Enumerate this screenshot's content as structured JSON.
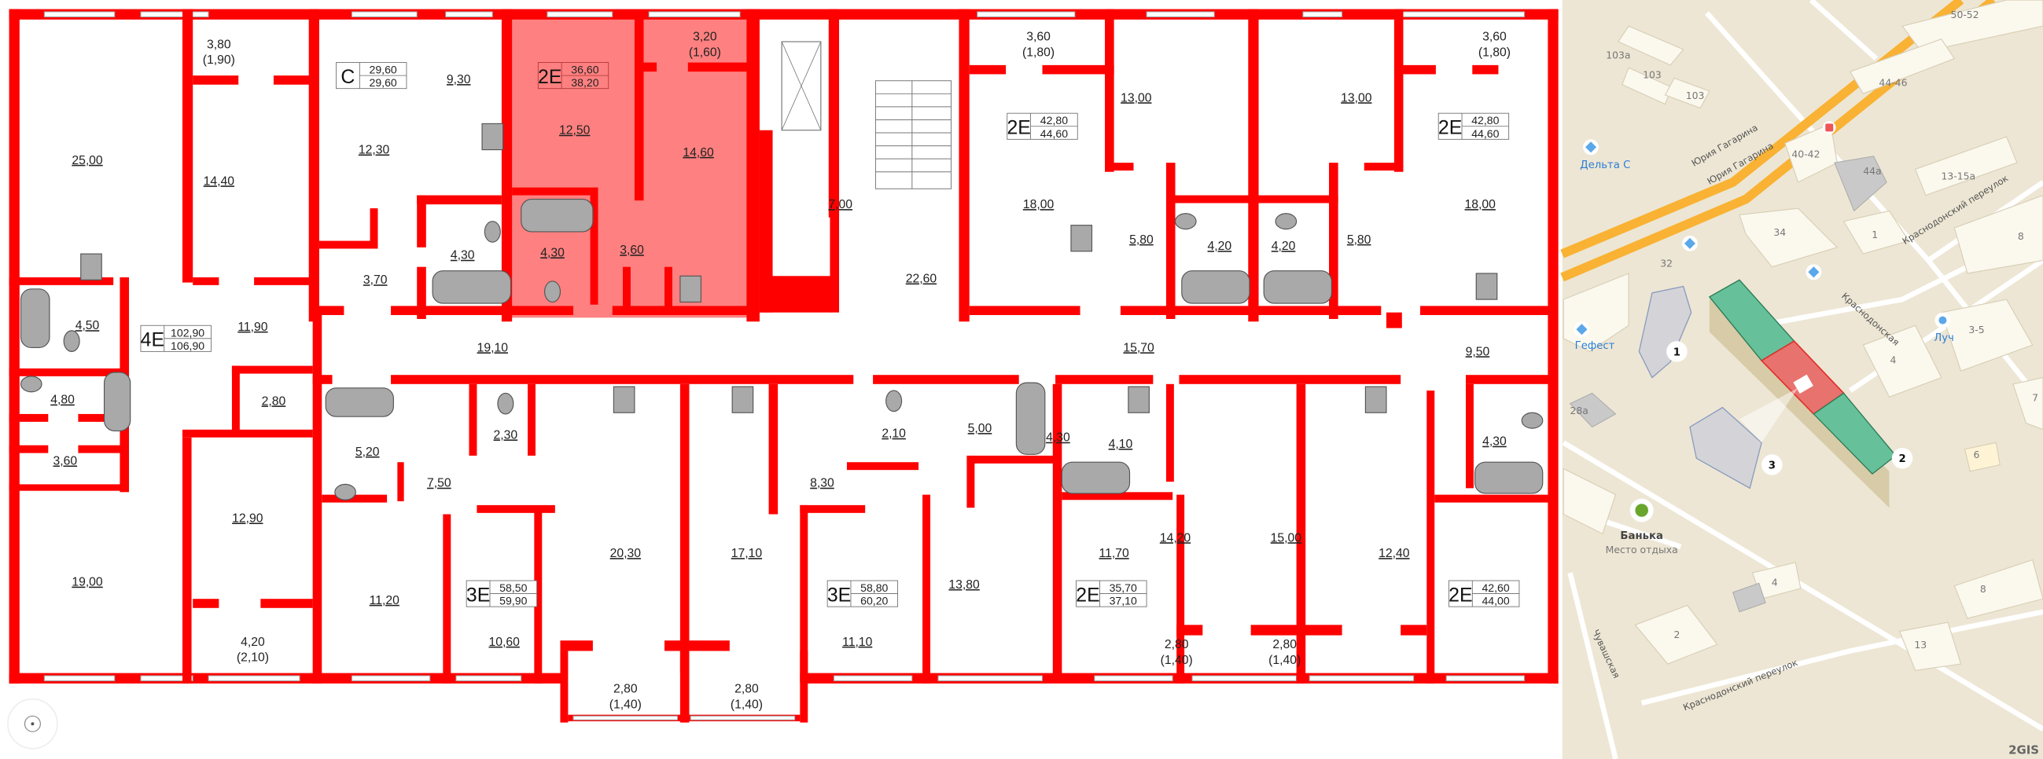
{
  "plan": {
    "wall_color": "#ff0000",
    "highlight_color": "#ff8080",
    "rooms": [
      {
        "area": "25,00"
      },
      {
        "area": "3,80",
        "reduced": "(1,90)"
      },
      {
        "area": "14,40"
      },
      {
        "area": "12,30"
      },
      {
        "area": "9,30"
      },
      {
        "area": "12,50"
      },
      {
        "area": "3,20",
        "reduced": "(1,60)"
      },
      {
        "area": "14,60"
      },
      {
        "area": "7,00"
      },
      {
        "area": "22,60"
      },
      {
        "area": "3,60",
        "reduced": "(1,80)"
      },
      {
        "area": "13,00"
      },
      {
        "area": "13,00"
      },
      {
        "area": "3,60",
        "reduced": "(1,80)"
      },
      {
        "area": "18,00"
      },
      {
        "area": "5,80"
      },
      {
        "area": "4,20"
      },
      {
        "area": "4,20"
      },
      {
        "area": "5,80"
      },
      {
        "area": "18,00"
      },
      {
        "area": "4,50"
      },
      {
        "area": "11,90"
      },
      {
        "area": "3,70"
      },
      {
        "area": "4,30"
      },
      {
        "area": "4,30"
      },
      {
        "area": "3,60"
      },
      {
        "area": "19,10"
      },
      {
        "area": "15,70"
      },
      {
        "area": "9,50"
      },
      {
        "area": "4,80"
      },
      {
        "area": "2,80"
      },
      {
        "area": "5,20"
      },
      {
        "area": "2,30"
      },
      {
        "area": "3,60"
      },
      {
        "area": "7,50"
      },
      {
        "area": "12,90"
      },
      {
        "area": "20,30"
      },
      {
        "area": "17,10"
      },
      {
        "area": "2,10"
      },
      {
        "area": "5,00"
      },
      {
        "area": "4,30"
      },
      {
        "area": "4,10"
      },
      {
        "area": "8,30"
      },
      {
        "area": "4,30"
      },
      {
        "area": "14,20"
      },
      {
        "area": "15,00"
      },
      {
        "area": "11,70"
      },
      {
        "area": "12,40"
      },
      {
        "area": "19,00"
      },
      {
        "area": "11,20"
      },
      {
        "area": "10,60"
      },
      {
        "area": "4,20",
        "reduced": "(2,10)"
      },
      {
        "area": "13,80"
      },
      {
        "area": "11,10"
      },
      {
        "area": "2,80",
        "reduced": "(1,40)"
      },
      {
        "area": "2,80",
        "reduced": "(1,40)"
      },
      {
        "area": "2,80",
        "reduced": "(1,40)"
      },
      {
        "area": "2,80",
        "reduced": "(1,40)"
      }
    ],
    "units": [
      {
        "type": "C",
        "living": "29,60",
        "total": "29,60"
      },
      {
        "type": "2E",
        "living": "36,60",
        "total": "38,20",
        "selected": true
      },
      {
        "type": "2E",
        "living": "42,80",
        "total": "44,60"
      },
      {
        "type": "2E",
        "living": "42,80",
        "total": "44,60"
      },
      {
        "type": "4E",
        "living": "102,90",
        "total": "106,90"
      },
      {
        "type": "3E",
        "living": "58,50",
        "total": "59,90"
      },
      {
        "type": "3E",
        "living": "58,80",
        "total": "60,20"
      },
      {
        "type": "2E",
        "living": "35,70",
        "total": "37,10"
      },
      {
        "type": "2E",
        "living": "42,60",
        "total": "44,00"
      }
    ]
  },
  "map": {
    "background": "#ede6d4",
    "road_color": "#f9b233",
    "building_selected_color": "#e8736e",
    "building_section_color": "#66c19b",
    "streets": [
      "Юрия Гагарина",
      "Юрия Гагарина",
      "Краснодонский переулок",
      "Краснодонская",
      "Чувашская",
      "Краснодонский переулок"
    ],
    "house_numbers": [
      "103а",
      "103",
      "103",
      "50-52",
      "44-46",
      "40-42",
      "44а",
      "13-15а",
      "1",
      "34",
      "32",
      "8",
      "3-5",
      "4",
      "6",
      "7",
      "28а",
      "4",
      "8",
      "2",
      "13"
    ],
    "pois": [
      {
        "name": "Дельта С"
      },
      {
        "name": "Гефест"
      },
      {
        "name": "Луч"
      },
      {
        "name": "Банька",
        "subtitle": "Место отдыха"
      }
    ],
    "markers": [
      "1",
      "2",
      "3"
    ],
    "attribution": "2GIS"
  }
}
